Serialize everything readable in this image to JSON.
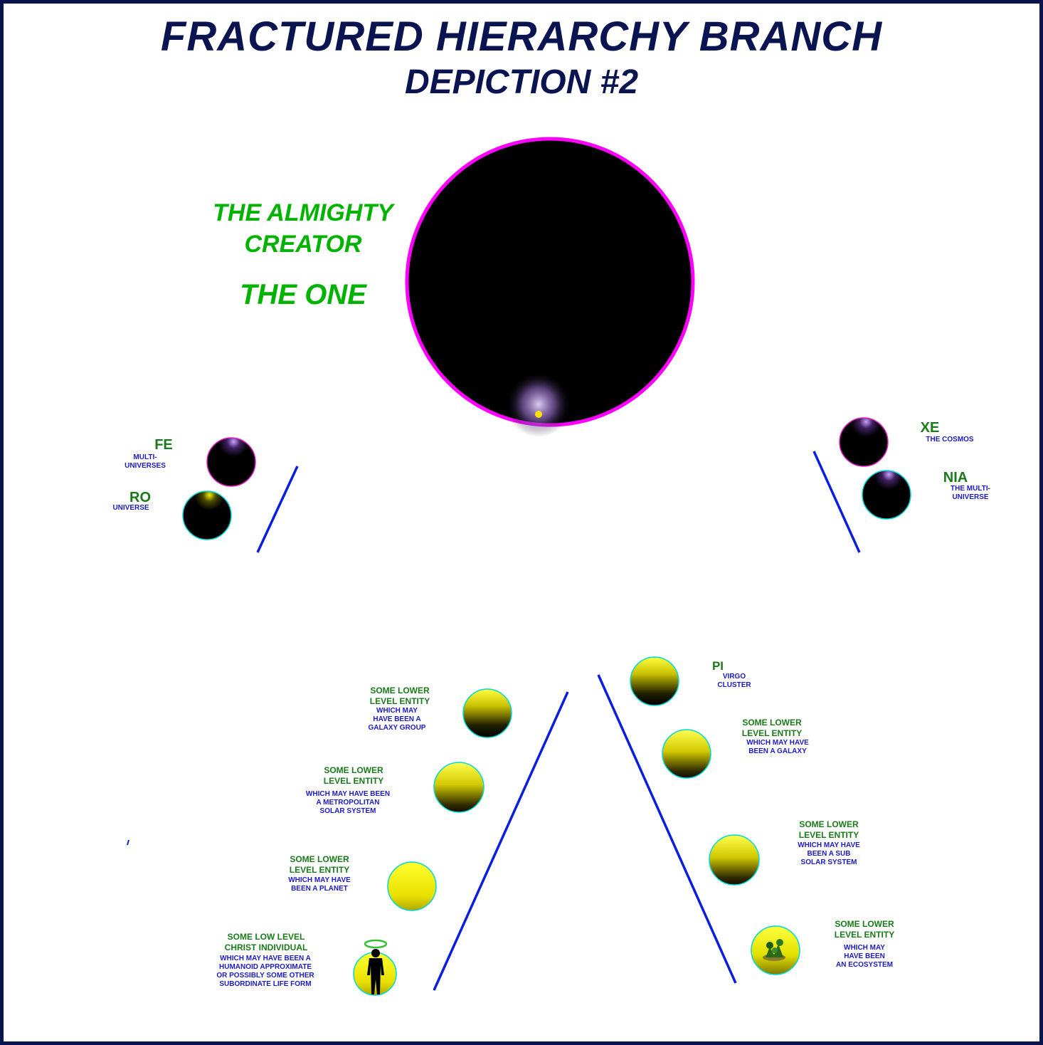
{
  "title": "FRACTURED HIERARCHY BRANCH",
  "subtitle": "DEPICTION #2",
  "creator": {
    "line1": "THE ALMIGHTY",
    "line2": "CREATOR",
    "line3": "THE ONE"
  },
  "entities": {
    "fe": {
      "name": "FE",
      "desc": "MULTI-\nUNIVERSES"
    },
    "ro": {
      "name": "RO",
      "desc": "UNIVERSE"
    },
    "xe": {
      "name": "XE",
      "desc": "THE COSMOS"
    },
    "nia": {
      "name": "NIA",
      "desc": "THE MULTI-\nUNIVERSE"
    },
    "pi": {
      "name": "PI",
      "desc": "VIRGO\nCLUSTER"
    }
  },
  "lower_left": [
    {
      "label": "SOME LOWER\nLEVEL ENTITY",
      "desc": "WHICH MAY\nHAVE BEEN A\nGALAXY GROUP"
    },
    {
      "label": "SOME LOWER\nLEVEL ENTITY",
      "desc": "WHICH MAY HAVE BEEN\nA METROPOLITAN\nSOLAR SYSTEM"
    },
    {
      "label": "SOME LOWER\nLEVEL ENTITY",
      "desc": "WHICH MAY HAVE\nBEEN A PLANET"
    },
    {
      "label": "SOME LOW LEVEL\nCHRIST INDIVIDUAL",
      "desc": "WHICH MAY HAVE BEEN A\nHUMANOID APPROXIMATE\nOR POSSIBLY SOME OTHER\nSUBORDINATE LIFE FORM"
    }
  ],
  "lower_right": [
    {
      "label": "SOME LOWER\nLEVEL ENTITY",
      "desc": "WHICH MAY HAVE\nBEEN A GALAXY"
    },
    {
      "label": "SOME LOWER\nLEVEL ENTITY",
      "desc": "WHICH MAY HAVE\nBEEN A SUB\nSOLAR SYSTEM"
    },
    {
      "label": "SOME LOWER\nLEVEL ENTITY",
      "desc": "WHICH MAY\nHAVE BEEN\nAN ECOSYSTEM"
    }
  ],
  "colors": {
    "title": "#0a1450",
    "creator_ring": "#ff00ff",
    "green_label": "#00b300",
    "dark_green_label": "#1a7a1a",
    "blue_text": "#1a1ac8",
    "connector_line": "#0a1ee0",
    "sphere_outline": "#00e0e0"
  }
}
